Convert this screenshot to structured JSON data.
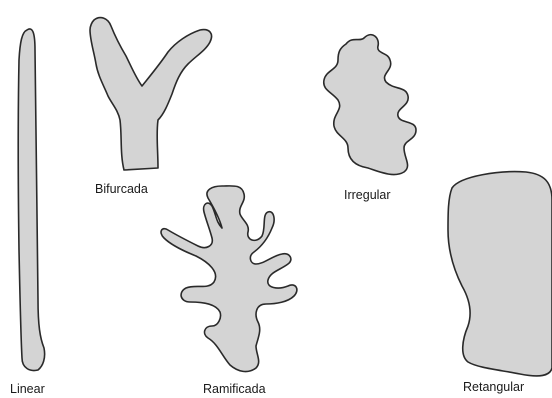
{
  "shapes": [
    {
      "id": "linear",
      "label": "Linear"
    },
    {
      "id": "bifurcada",
      "label": "Bifurcada"
    },
    {
      "id": "irregular",
      "label": "Irregular"
    },
    {
      "id": "ramificada",
      "label": "Ramificada"
    },
    {
      "id": "retangular",
      "label": "Retangular"
    }
  ],
  "colors": {
    "fill": "#d4d4d4",
    "stroke": "#2a2a2a",
    "background": "#ffffff",
    "text": "#1a1a1a"
  }
}
